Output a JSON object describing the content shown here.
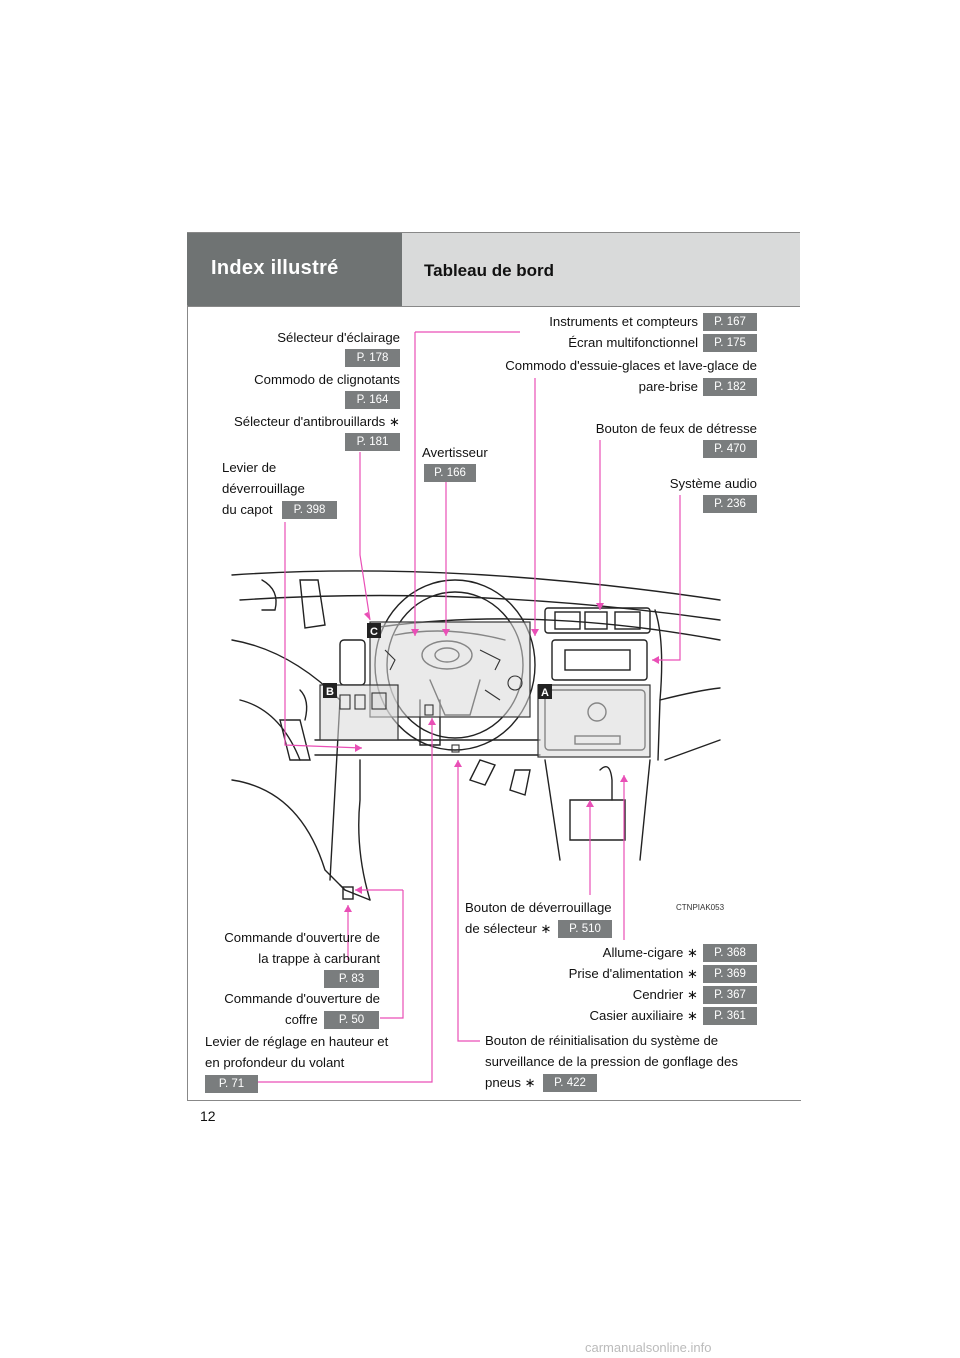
{
  "header": {
    "section": "Index illustré",
    "title": "Tableau de bord"
  },
  "labels": {
    "eclairage": "Sélecteur d'éclairage",
    "clignotants": "Commodo de clignotants",
    "antibrouillards": "Sélecteur d'antibrouillards ∗",
    "capot_1": "Levier de",
    "capot_2": "déverrouillage",
    "capot_3": "du capot",
    "avertisseur": "Avertisseur",
    "instruments": "Instruments et compteurs",
    "ecran": "Écran multifonctionnel",
    "essuie_1": "Commodo d'essuie-glaces et lave-glace de",
    "essuie_2": "pare-brise",
    "detresse": "Bouton de feux de détresse",
    "audio": "Système audio",
    "selecteur_1": "Bouton de déverrouillage",
    "selecteur_2": "de sélecteur ∗",
    "allume": "Allume-cigare ∗",
    "prise": "Prise d'alimentation ∗",
    "cendrier": "Cendrier ∗",
    "casier": "Casier auxiliaire ∗",
    "carburant_1": "Commande d'ouverture de",
    "carburant_2": "la trappe à carburant",
    "coffre_1": "Commande d'ouverture de",
    "coffre_2": "coffre",
    "volant_1": "Levier de réglage en hauteur et",
    "volant_2": "en profondeur du volant",
    "pneus_1": "Bouton de réinitialisation du système de",
    "pneus_2": "surveillance de la pression de gonflage des",
    "pneus_3": "pneus ∗"
  },
  "pages": {
    "eclairage": "P. 178",
    "clignotants": "P. 164",
    "antibrouillards": "P. 181",
    "capot": "P. 398",
    "avertisseur": "P. 166",
    "instruments": "P. 167",
    "ecran": "P. 175",
    "essuie": "P. 182",
    "detresse": "P. 470",
    "audio": "P. 236",
    "selecteur": "P. 510",
    "allume": "P. 368",
    "prise": "P. 369",
    "cendrier": "P. 367",
    "casier": "P. 361",
    "carburant": "P. 83",
    "coffre": "P. 50",
    "volant": "P. 71",
    "pneus": "P. 422"
  },
  "callouts": {
    "a": "A",
    "b": "B",
    "c": "C"
  },
  "image_code": "CTNPIAK053",
  "page_number": "12",
  "watermark": "carmanualsonline.info",
  "colors": {
    "header_dark": "#6f7373",
    "header_light": "#d9dada",
    "tag": "#7a7d7e",
    "leader": "#e94fb6"
  }
}
